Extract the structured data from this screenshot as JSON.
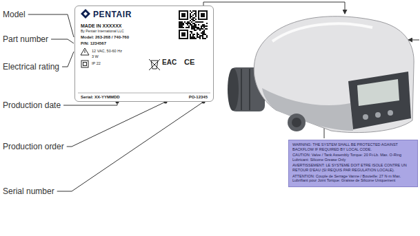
{
  "diagram": {
    "nodes": [
      {
        "text": [
          "PENTAIR",
          "MADE IN XXXXXX",
          "By Pentair International LLC",
          "Model: 263-268 / 740-760",
          "P/N: 1234567",
          "12 VAC, 50-60 Hz",
          "3 W",
          "IP 22",
          "EAC",
          "CE",
          "Serial: XX-YYMMDD",
          "PO-12345"
        ]
      },
      {
        "text": [
          "WARNING: THE SYSTEM SHALL BE PROTECTED AGAINST BACKFLOW IF REQUIRED BY LOCAL CODE.",
          "CAUTION: Valve / Tank Assembly Torque: 20 Ft-Lb. Max. O-Ring Lubricant: Silicone Grease Only",
          "AVERTISSEMENT: LE SYSTEME DOIT ETRE ISOLE CONTRE UN RETOUR D'EAU (SI REQUIS PAR REGULATION LOCALE).",
          "ATTENTION: Couple de Serrage Vanne / Bouteille: 27 N·m Max. Lubrifiant pour Joint Torique: Graisse de Silicone Uniquement"
        ]
      }
    ],
    "labels": [
      "Model",
      "Part number",
      "Electrical rating",
      "Production date",
      "Production order",
      "Serial number"
    ]
  }
}
